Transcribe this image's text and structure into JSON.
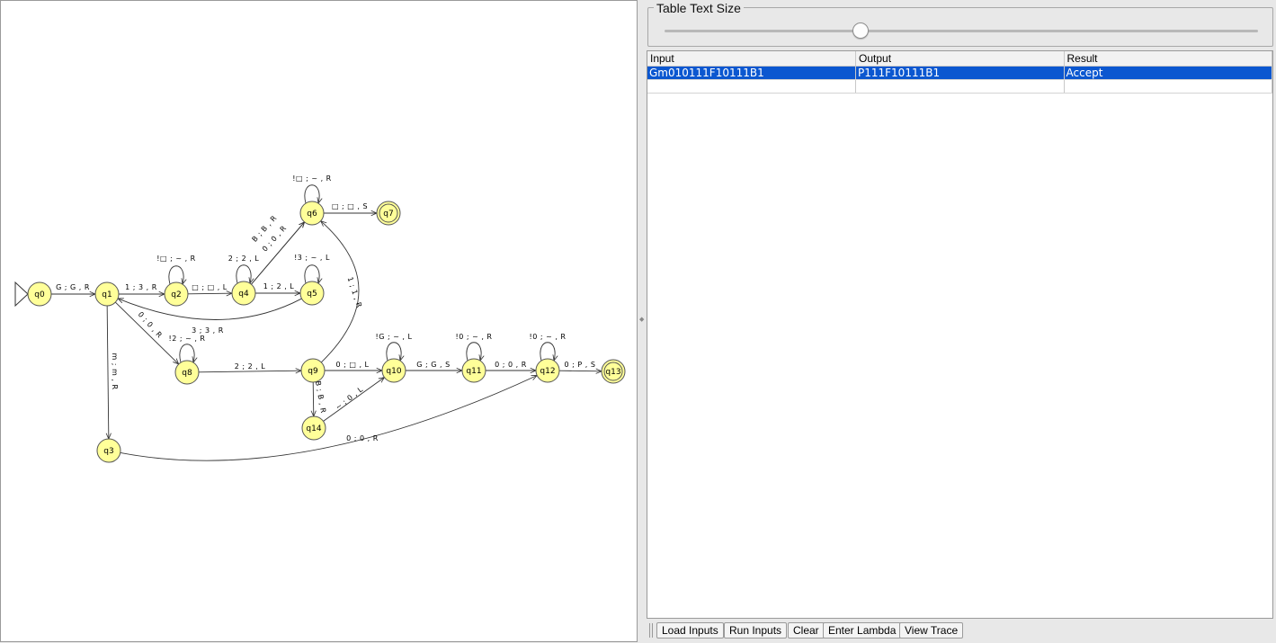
{
  "states": [
    {
      "id": "q0",
      "label": "q0",
      "start": true,
      "final": false
    },
    {
      "id": "q1",
      "label": "q1",
      "start": false,
      "final": false
    },
    {
      "id": "q2",
      "label": "q2",
      "start": false,
      "final": false
    },
    {
      "id": "q3",
      "label": "q3",
      "start": false,
      "final": false
    },
    {
      "id": "q4",
      "label": "q4",
      "start": false,
      "final": false
    },
    {
      "id": "q5",
      "label": "q5",
      "start": false,
      "final": false
    },
    {
      "id": "q6",
      "label": "q6",
      "start": false,
      "final": false
    },
    {
      "id": "q7",
      "label": "q7",
      "start": false,
      "final": true
    },
    {
      "id": "q8",
      "label": "q8",
      "start": false,
      "final": false
    },
    {
      "id": "q9",
      "label": "q9",
      "start": false,
      "final": false
    },
    {
      "id": "q10",
      "label": "q10",
      "start": false,
      "final": false
    },
    {
      "id": "q11",
      "label": "q11",
      "start": false,
      "final": false
    },
    {
      "id": "q12",
      "label": "q12",
      "start": false,
      "final": false
    },
    {
      "id": "q13",
      "label": "q13",
      "start": false,
      "final": true
    },
    {
      "id": "q14",
      "label": "q14",
      "start": false,
      "final": false
    }
  ],
  "transitions": [
    {
      "from": "q0",
      "to": "q1",
      "label": "G ; G , R"
    },
    {
      "from": "q1",
      "to": "q2",
      "label": "1 ; 3 , R"
    },
    {
      "from": "q2",
      "to": "q2",
      "label": "!□ ; ~ , R"
    },
    {
      "from": "q2",
      "to": "q4",
      "label": "□ ; □ , L"
    },
    {
      "from": "q4",
      "to": "q4",
      "label": "2 ; 2 , L"
    },
    {
      "from": "q4",
      "to": "q5",
      "label": "1 ; 2 , L"
    },
    {
      "from": "q4",
      "to": "q6",
      "label": "B ; B , R"
    },
    {
      "from": "q4",
      "to": "q6",
      "label": "0 ; 0 , R"
    },
    {
      "from": "q5",
      "to": "q5",
      "label": "!3 ; ~ , L"
    },
    {
      "from": "q5",
      "to": "q1",
      "label": "3 ; 3 , R"
    },
    {
      "from": "q6",
      "to": "q6",
      "label": "!□ ; ~ , R"
    },
    {
      "from": "q6",
      "to": "q7",
      "label": "□ ; □ , S"
    },
    {
      "from": "q1",
      "to": "q8",
      "label": "0 ; 0 , R"
    },
    {
      "from": "q8",
      "to": "q8",
      "label": "!2 ; ~ , R"
    },
    {
      "from": "q8",
      "to": "q9",
      "label": "2 ; 2 , L"
    },
    {
      "from": "q9",
      "to": "q6",
      "label": "1 ; 1 , R"
    },
    {
      "from": "q9",
      "to": "q10",
      "label": "0 ; □ , L"
    },
    {
      "from": "q9",
      "to": "q14",
      "label": "B ; B , R"
    },
    {
      "from": "q14",
      "to": "q10",
      "label": "~ ; 0 , L"
    },
    {
      "from": "q10",
      "to": "q10",
      "label": "!G ; ~ , L"
    },
    {
      "from": "q10",
      "to": "q11",
      "label": "G ; G , S"
    },
    {
      "from": "q11",
      "to": "q11",
      "label": "!0 ; ~ , R"
    },
    {
      "from": "q11",
      "to": "q12",
      "label": "0 ; 0 , R"
    },
    {
      "from": "q12",
      "to": "q12",
      "label": "!0 ; ~ , R"
    },
    {
      "from": "q12",
      "to": "q13",
      "label": "0 ; P , S"
    },
    {
      "from": "q1",
      "to": "q3",
      "label": "m ; m , R"
    },
    {
      "from": "q3",
      "to": "q12",
      "label": "0 ; 0 , R"
    }
  ],
  "panel": {
    "text_size_label": "Table Text Size",
    "text_size_slider_value": 0.33
  },
  "table": {
    "columns": [
      "Input",
      "Output",
      "Result"
    ],
    "rows": [
      {
        "input": "Gm010111F10111B1",
        "output": "P111F10111B1",
        "result": "Accept",
        "selected": true
      },
      {
        "input": "",
        "output": "",
        "result": "",
        "selected": false
      }
    ]
  },
  "buttons": [
    "Load Inputs",
    "Run Inputs",
    "Clear",
    "Enter Lambda",
    "View Trace"
  ]
}
